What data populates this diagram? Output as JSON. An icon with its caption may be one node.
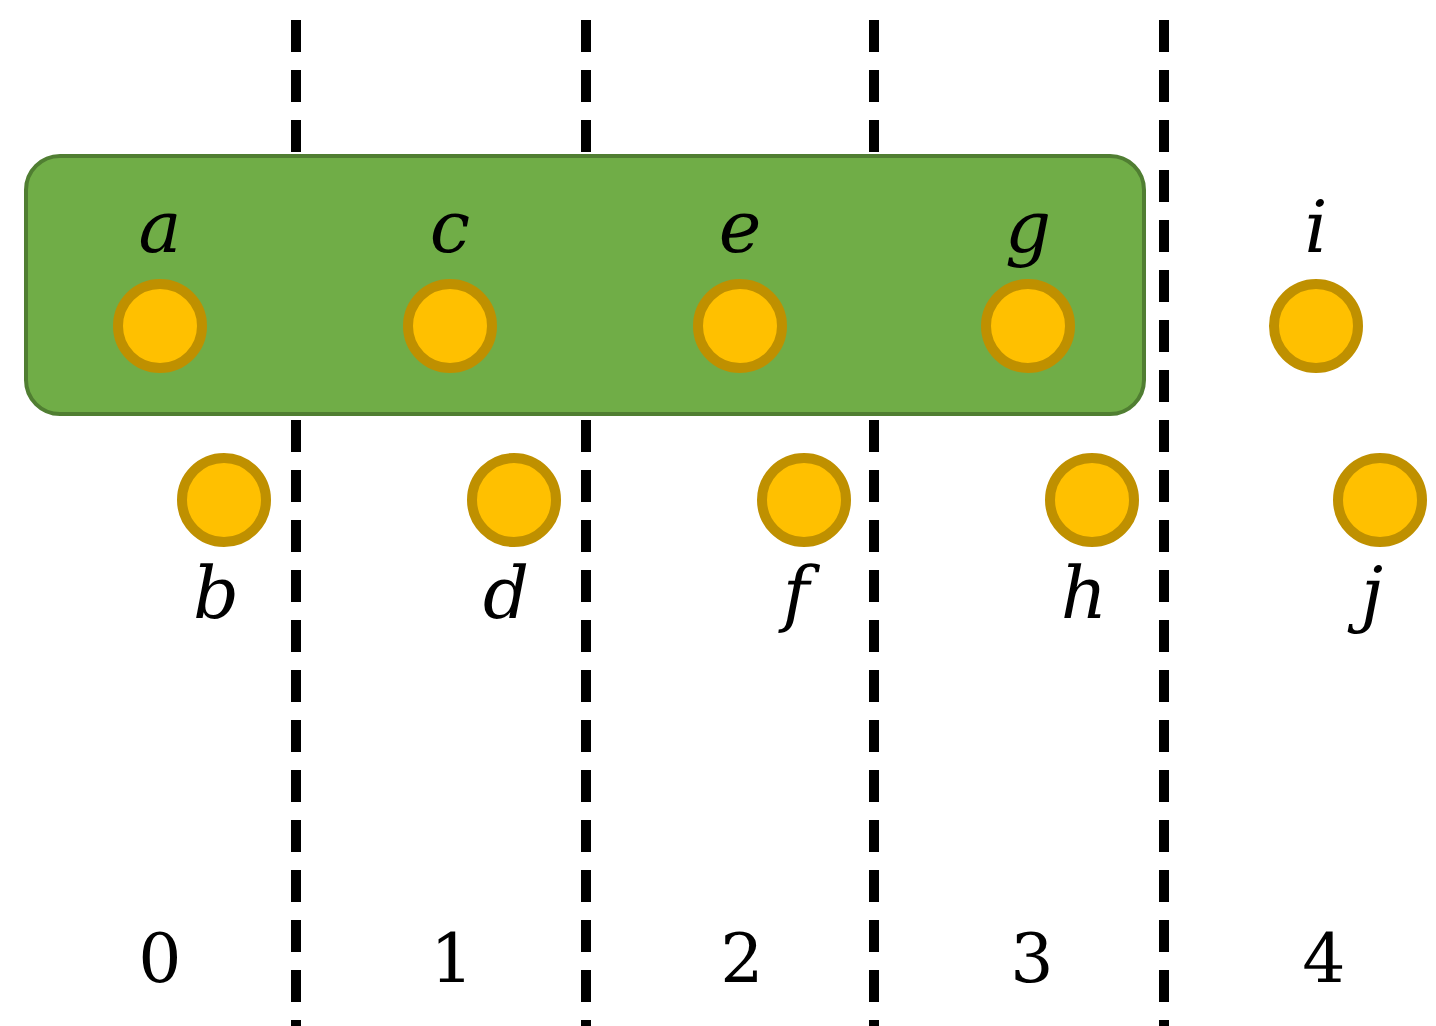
{
  "diagram": {
    "nodes": [
      {
        "text": [],
        "shape": "box"
      },
      {
        "text": [
          "a"
        ],
        "in": 0
      },
      {
        "text": [
          "c"
        ],
        "in": 0
      },
      {
        "text": [
          "e"
        ],
        "in": 0
      },
      {
        "text": [
          "g"
        ],
        "in": 0
      },
      {
        "text": [
          "i"
        ]
      },
      {
        "text": [
          "b"
        ]
      },
      {
        "text": [
          "d"
        ]
      },
      {
        "text": [
          "f"
        ]
      },
      {
        "text": [
          "h"
        ]
      },
      {
        "text": [
          "j"
        ]
      }
    ],
    "edges": [],
    "labels": [
      "0",
      "1",
      "2",
      "3",
      "4"
    ]
  }
}
